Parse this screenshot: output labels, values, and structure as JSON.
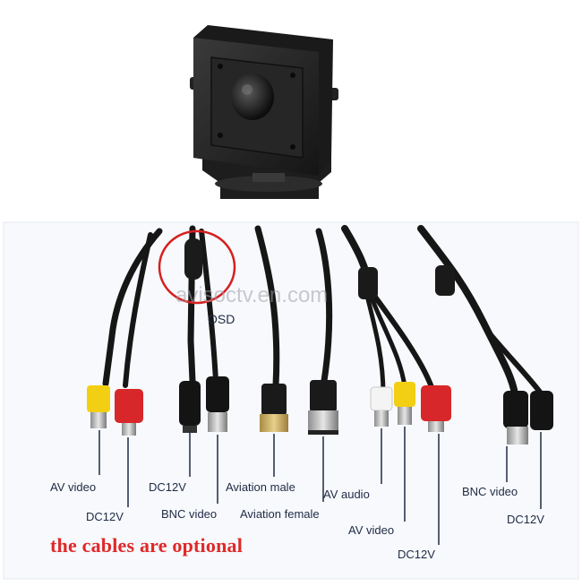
{
  "watermark": "avisoctv.en.com",
  "osd_label": "OSD",
  "labels": {
    "av_video_1": "AV video",
    "dc12v_1": "DC12V",
    "dc12v_2": "DC12V",
    "bnc_video_1": "BNC video",
    "aviation_male": "Aviation male",
    "aviation_female": "Aviation female",
    "av_audio": "AV audio",
    "av_video_2": "AV video",
    "dc12v_3": "DC12V",
    "bnc_video_2": "BNC video",
    "dc12v_4": "DC12V"
  },
  "footer_note": "the cables are optional",
  "colors": {
    "label_text": "#1f2a44",
    "footer_text": "#e0282a",
    "osd_circle": "#d62020",
    "cable": "#161616",
    "rca_yellow": "#f2cf12",
    "rca_red": "#d8272a",
    "rca_white": "#f4f4f4",
    "panel_bg": "#f7f9fc"
  }
}
